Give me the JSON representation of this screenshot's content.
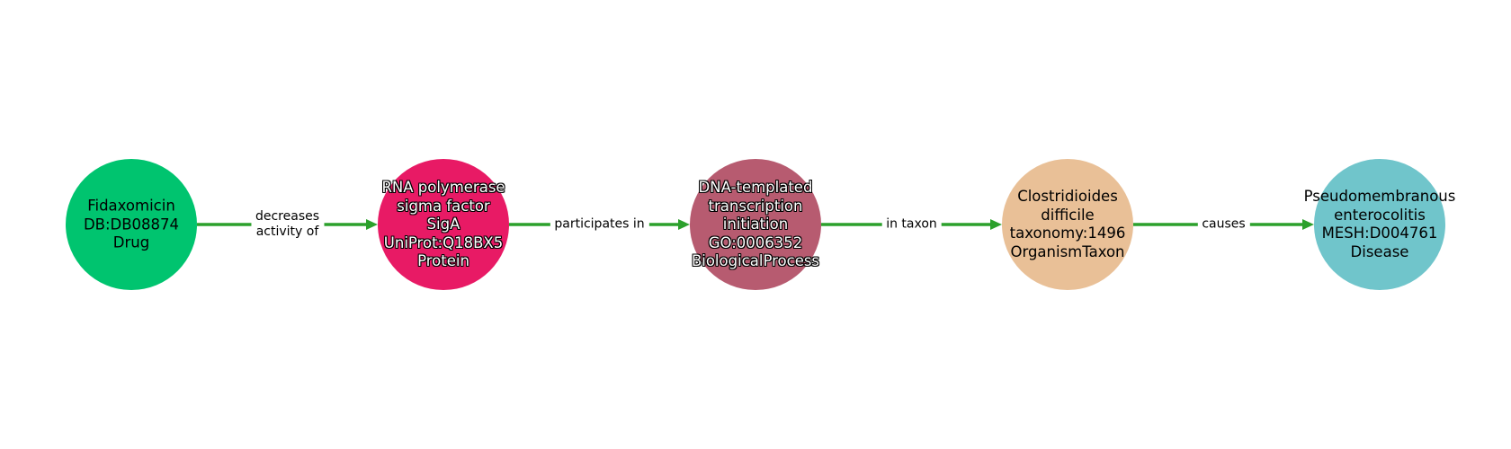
{
  "colors": {
    "edge": "#2ca02c"
  },
  "nodes": [
    {
      "lines": [
        "Fidaxomicin",
        "DB:DB08874",
        "Drug"
      ],
      "color": "#00c46f",
      "halo": false
    },
    {
      "lines": [
        "RNA polymerase",
        "sigma factor",
        "SigA",
        "UniProt:Q18BX5",
        "Protein"
      ],
      "color": "#e81a65",
      "halo": true
    },
    {
      "lines": [
        "DNA-templated",
        "transcription",
        "initiation",
        "GO:0006352",
        "BiologicalProcess"
      ],
      "color": "#b75b70",
      "halo": true
    },
    {
      "lines": [
        "Clostridioides",
        "difficile",
        "taxonomy:1496",
        "OrganismTaxon"
      ],
      "color": "#e9c097",
      "halo": false
    },
    {
      "lines": [
        "Pseudomembranous",
        "enterocolitis",
        "MESH:D004761",
        "Disease"
      ],
      "color": "#70c5cb",
      "halo": false
    }
  ],
  "edges": [
    {
      "from": 0,
      "to": 1,
      "lines": [
        "decreases",
        "activity of"
      ]
    },
    {
      "from": 1,
      "to": 2,
      "lines": [
        "participates in"
      ]
    },
    {
      "from": 2,
      "to": 3,
      "lines": [
        "in taxon"
      ]
    },
    {
      "from": 3,
      "to": 4,
      "lines": [
        "causes"
      ]
    }
  ]
}
